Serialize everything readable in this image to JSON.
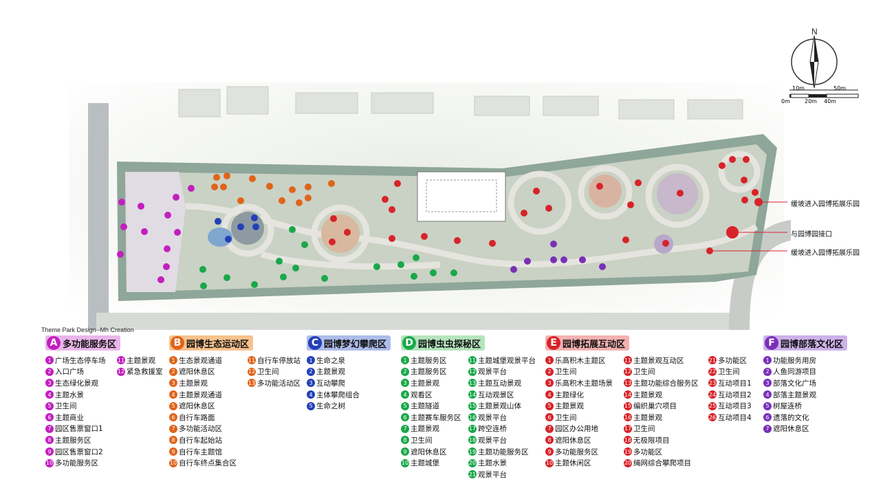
{
  "credit": "Theme Park Design--Mh Creation",
  "compass": {
    "north": "N",
    "scale_top": [
      "10m",
      "50m"
    ],
    "scale_bottom": [
      "0m",
      "20m",
      "40m"
    ]
  },
  "callouts": [
    "缓坡进入园博拓展乐园",
    "与园博园接口",
    "缓坡进入园博拓展乐园"
  ],
  "colors": {
    "A": "#c21fbf",
    "B": "#e0641a",
    "C": "#2340b8",
    "D": "#1aa84a",
    "E": "#d8232a",
    "F": "#7a2fb8"
  },
  "zones": [
    {
      "key": "A",
      "letter": "A",
      "title": "多功能服务区",
      "bg": "#eab6ea",
      "columns": [
        [
          [
            "1",
            "广场生态停车场"
          ],
          [
            "2",
            "入口广场"
          ],
          [
            "3",
            "生态绿化景观"
          ],
          [
            "4",
            "主题水景"
          ],
          [
            "5",
            "卫生间"
          ],
          [
            "6",
            "主题商业"
          ],
          [
            "7",
            "园区售票窗口1"
          ],
          [
            "8",
            "主题服务区"
          ],
          [
            "9",
            "园区售票窗口2"
          ],
          [
            "10",
            "多功能服务区"
          ]
        ],
        [
          [
            "11",
            "主题景观"
          ],
          [
            "12",
            "紧急救援室"
          ]
        ]
      ]
    },
    {
      "key": "B",
      "letter": "B",
      "title": "园博生态运动区",
      "bg": "#f7c28d",
      "columns": [
        [
          [
            "1",
            "生态景观通道"
          ],
          [
            "2",
            "遮阳休息区"
          ],
          [
            "3",
            "主题景观"
          ],
          [
            "4",
            "主题景观通道"
          ],
          [
            "5",
            "遮阳休息区"
          ],
          [
            "6",
            "自行车路面"
          ],
          [
            "7",
            "多功能活动区"
          ],
          [
            "8",
            "自行车起始站"
          ],
          [
            "9",
            "自行车主题馆"
          ],
          [
            "10",
            "自行车终点集合区"
          ]
        ],
        [
          [
            "11",
            "自行车停放站"
          ],
          [
            "12",
            "卫生间"
          ],
          [
            "13",
            "多功能活动区"
          ]
        ]
      ]
    },
    {
      "key": "C",
      "letter": "C",
      "title": "园博梦幻攀爬区",
      "bg": "#aebcea",
      "columns": [
        [
          [
            "1",
            "生命之泉"
          ],
          [
            "2",
            "主题景观"
          ],
          [
            "3",
            "互动攀爬"
          ],
          [
            "4",
            "主体攀爬组合"
          ],
          [
            "5",
            "生命之树"
          ]
        ]
      ]
    },
    {
      "key": "D",
      "letter": "D",
      "title": "园博虫虫探秘区",
      "bg": "#b4e4bd",
      "columns": [
        [
          [
            "1",
            "主题服务区"
          ],
          [
            "2",
            "主题服务区"
          ],
          [
            "3",
            "主题景观"
          ],
          [
            "4",
            "观看区"
          ],
          [
            "5",
            "主题隧道"
          ],
          [
            "6",
            "主题赛车服务区"
          ],
          [
            "7",
            "主题景观"
          ],
          [
            "8",
            "卫生间"
          ],
          [
            "9",
            "遮阳休息区"
          ],
          [
            "10",
            "主题城堡"
          ]
        ],
        [
          [
            "11",
            "主题城堡观景平台"
          ],
          [
            "12",
            "观景平台"
          ],
          [
            "13",
            "主题互动景观"
          ],
          [
            "14",
            "互动观景区"
          ],
          [
            "15",
            "主题景观山体"
          ],
          [
            "16",
            "观景平台"
          ],
          [
            "17",
            "跨空连桥"
          ],
          [
            "18",
            "观景平台"
          ],
          [
            "19",
            "主题功能服务区"
          ],
          [
            "20",
            "主题水景"
          ],
          [
            "21",
            "观景平台"
          ]
        ]
      ]
    },
    {
      "key": "E",
      "letter": "E",
      "title": "园博拓展互动区",
      "bg": "#f3b1b1",
      "columns": [
        [
          [
            "1",
            "乐高积木主题区"
          ],
          [
            "2",
            "卫生间"
          ],
          [
            "3",
            "乐高积木主题场景"
          ],
          [
            "4",
            "主题绿化"
          ],
          [
            "5",
            "主题景观"
          ],
          [
            "6",
            "卫生间"
          ],
          [
            "7",
            "园区办公用地"
          ],
          [
            "8",
            "遮阳休息区"
          ],
          [
            "9",
            "多功能服务区"
          ],
          [
            "10",
            "主题休闲区"
          ]
        ],
        [
          [
            "11",
            "主题景观互动区"
          ],
          [
            "12",
            "卫生间"
          ],
          [
            "13",
            "主题功能综合服务区"
          ],
          [
            "14",
            "主题景观"
          ],
          [
            "15",
            "编织巢穴项目"
          ],
          [
            "16",
            "主题景观"
          ],
          [
            "17",
            "卫生间"
          ],
          [
            "18",
            "无极限项目"
          ],
          [
            "19",
            "多功能区"
          ],
          [
            "20",
            "绳网综合攀爬项目"
          ]
        ],
        [
          [
            "21",
            "多功能区"
          ],
          [
            "22",
            "卫生间"
          ],
          [
            "23",
            "互动项目1"
          ],
          [
            "24",
            "互动项目2"
          ],
          [
            "25",
            "互动项目3"
          ],
          [
            "26",
            "互动项目4"
          ]
        ]
      ]
    },
    {
      "key": "F",
      "letter": "F",
      "title": "园博部落文化区",
      "bg": "#cdb1ea",
      "columns": [
        [
          [
            "1",
            "功能服务用房"
          ],
          [
            "2",
            "人鱼同游项目"
          ],
          [
            "3",
            "部落文化广场"
          ],
          [
            "4",
            "部落主题景观"
          ],
          [
            "5",
            "树屋连桥"
          ],
          [
            "6",
            "遗落的文化"
          ],
          [
            "7",
            "遮阳休息区"
          ]
        ]
      ]
    }
  ]
}
